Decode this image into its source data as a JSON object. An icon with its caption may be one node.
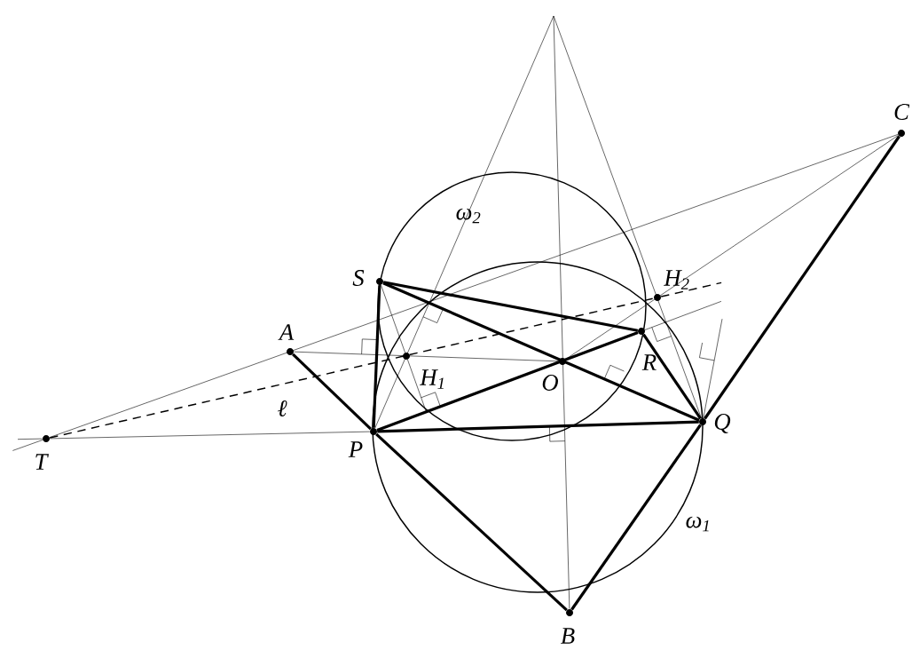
{
  "diagram": {
    "nodes": [
      {
        "text": [
          "C"
        ]
      },
      {
        "text": [
          "S"
        ]
      },
      {
        "text": [
          "H$_{2}$"
        ]
      },
      {
        "text": [
          "A"
        ]
      },
      {
        "text": [
          "R"
        ]
      },
      {
        "text": [
          "H$_{1}$"
        ]
      },
      {
        "text": [
          "O"
        ]
      },
      {
        "text": [
          "Q"
        ]
      },
      {
        "text": [
          "P"
        ]
      },
      {
        "text": [
          "T"
        ]
      },
      {
        "text": [
          "B"
        ]
      }
    ],
    "edges": [
      {
        "from": 1,
        "to": 8,
        "arrow": "none",
        "style": "thick"
      },
      {
        "from": 1,
        "to": 4,
        "arrow": "none",
        "style": "thick"
      },
      {
        "from": 1,
        "to": 7,
        "arrow": "none",
        "style": "thick"
      },
      {
        "from": 8,
        "to": 4,
        "arrow": "none",
        "style": "thick"
      },
      {
        "from": 4,
        "to": 7,
        "arrow": "none",
        "style": "thick"
      },
      {
        "from": 8,
        "to": 7,
        "arrow": "none",
        "style": "thick"
      },
      {
        "from": 3,
        "to": 8,
        "arrow": "none",
        "style": "thick"
      },
      {
        "from": 8,
        "to": 10,
        "arrow": "none",
        "style": "thick"
      },
      {
        "from": 10,
        "to": 7,
        "arrow": "none",
        "style": "thick"
      },
      {
        "from": 7,
        "to": 0,
        "arrow": "none",
        "style": "thick"
      },
      {
        "from": 9,
        "to": 0,
        "arrow": "none"
      },
      {
        "from": 3,
        "to": 6,
        "arrow": "none"
      },
      {
        "from": 9,
        "to": 8,
        "arrow": "none"
      },
      {
        "from": 0,
        "to": 6,
        "arrow": "none"
      },
      {
        "from": null,
        "to": 8,
        "arrow": "none"
      },
      {
        "from": null,
        "to": 10,
        "arrow": "none"
      },
      {
        "from": null,
        "to": 7,
        "arrow": "none"
      },
      {
        "from": 1,
        "to": 5,
        "arrow": "none"
      },
      {
        "from": 9,
        "to": 2,
        "arrow": "none",
        "style": "dashed"
      },
      {
        "from": 2,
        "to": null,
        "arrow": "none",
        "style": "dashed"
      },
      {
        "from": 5,
        "to": null,
        "arrow": "none"
      },
      {
        "from": 9,
        "to": null,
        "arrow": "none"
      },
      {
        "from": 9,
        "to": null,
        "arrow": "none"
      },
      {
        "from": 4,
        "to": null,
        "arrow": "none"
      },
      {
        "from": 7,
        "to": null,
        "arrow": "none"
      }
    ],
    "labels": [
      "ω$_{2}$",
      "ℓ",
      "ω$_{1}$"
    ]
  }
}
